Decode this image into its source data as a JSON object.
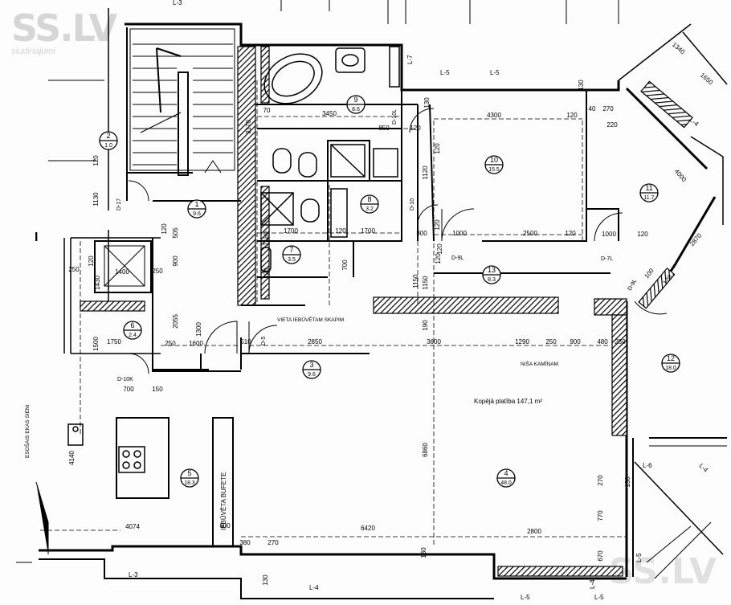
{
  "watermark": {
    "logo": "SS.LV",
    "subtitle": "sludinajumi"
  },
  "rooms": [
    {
      "no": "1",
      "area": "9.6"
    },
    {
      "no": "2",
      "area": "1.0"
    },
    {
      "no": "3",
      "area": "9.6"
    },
    {
      "no": "4",
      "area": "48.0"
    },
    {
      "no": "5",
      "area": "18.3"
    },
    {
      "no": "6",
      "area": "2.4"
    },
    {
      "no": "7",
      "area": "3.5"
    },
    {
      "no": "8",
      "area": "3.2"
    },
    {
      "no": "9",
      "area": "8.6"
    },
    {
      "no": "10",
      "area": "15.5"
    },
    {
      "no": "11",
      "area": "11.7"
    },
    {
      "no": "12",
      "area": "18.0"
    },
    {
      "no": "13",
      "area": "8.3"
    }
  ],
  "labels": {
    "total_area": "Kopējā platība 147,1 m²",
    "closet": "VIETA IEBŪVĒTAM SKAPIM",
    "fireplace": "NIŠA KAMĪNAM",
    "buffet": "IEBŪVĒTA BUFETE",
    "facade": "ESOŠAIS EKAS SIENI",
    "left_marker": "I"
  },
  "doors": [
    "D-10L",
    "D-10",
    "D-17",
    "D-5",
    "D-10K",
    "D-9L",
    "D-7L",
    "D-9L"
  ],
  "wall_marks": [
    "L-3",
    "L-7",
    "L-5",
    "L-5",
    "L-4",
    "L-6",
    "L-3",
    "L-4",
    "L-5",
    "L-5",
    "L-4",
    "L-5",
    "L-4"
  ],
  "dimensions": [
    "3450",
    "4300",
    "850",
    "120",
    "120",
    "1120",
    "120",
    "1700",
    "120",
    "1700",
    "800",
    "1000",
    "2500",
    "120",
    "1000",
    "120",
    "4000",
    "2870",
    "1150",
    "190",
    "3600",
    "2850",
    "510",
    "1290",
    "250",
    "900",
    "480",
    "250",
    "1750",
    "1500",
    "700",
    "150",
    "4140",
    "6420",
    "2800",
    "4074",
    "600",
    "380",
    "270",
    "130",
    "270",
    "770",
    "670",
    "130",
    "3170",
    "70",
    "120",
    "1130",
    "120",
    "900",
    "505",
    "1400",
    "2055",
    "1300",
    "250",
    "1600",
    "250",
    "120",
    "700",
    "2180",
    "120",
    "1150",
    "120",
    "120",
    "6860",
    "220",
    "40",
    "270",
    "130",
    "130",
    "1340",
    "1650",
    "100",
    "120",
    "1430",
    "120",
    "250",
    "130"
  ]
}
